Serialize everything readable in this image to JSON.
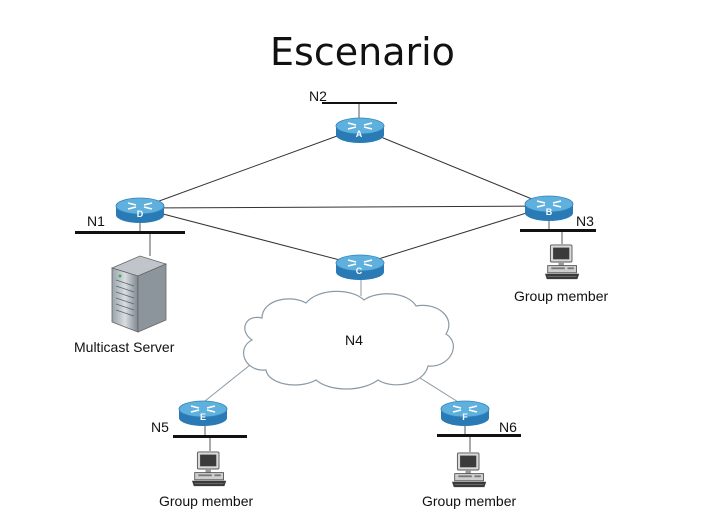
{
  "title": "Escenario",
  "routers": {
    "A": "A",
    "B": "B",
    "C": "C",
    "D": "D",
    "E": "E",
    "F": "F"
  },
  "networks": {
    "n1": "N1",
    "n2": "N2",
    "n3": "N3",
    "n4": "N4",
    "n5": "N5",
    "n6": "N6"
  },
  "labels": {
    "server": "Multicast Server",
    "member_b": "Group member",
    "member_e": "Group member",
    "member_f": "Group member"
  },
  "colors": {
    "router_top": "#5fb0dc",
    "router_body": "#2a7bb5",
    "link": "#333333",
    "cloud_fill": "#ffffff",
    "cloud_stroke": "#8a9aa6"
  },
  "icons": {
    "router": "router-icon",
    "server": "server-icon",
    "pc": "desktop-pc-icon",
    "cloud": "cloud-icon"
  }
}
